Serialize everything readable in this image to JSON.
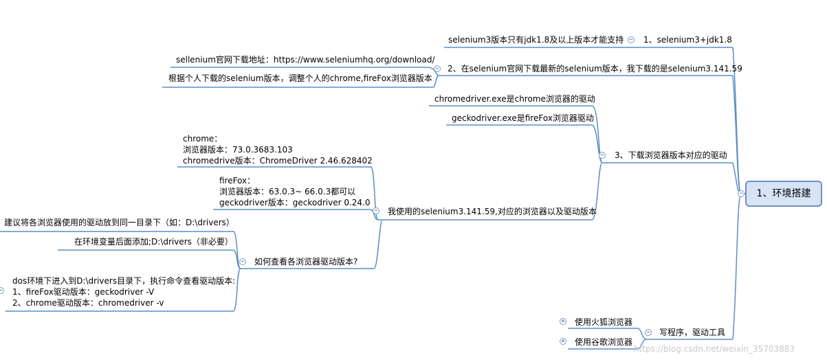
{
  "root": {
    "label": "1、环境搭建"
  },
  "branches": {
    "b1": {
      "title": "1、selenium3+jdk1.8",
      "note": "selenium3版本只有jdk1.8及以上版本才能支持"
    },
    "b2": {
      "title": "2、在selenium官网下载最新的selenium版本，我下载的是selenium3.141.59",
      "url_note": "sellenium官网下载地址：https://www.seleniumhq.org/download/",
      "version_note": "根据个人下载的selenium版本，调整个人的chrome,fireFox浏览器版本"
    },
    "b3": {
      "title": "3、下载浏览器版本对应的驱动",
      "chromedriver": "chromedriver.exe是chrome浏览器的驱动",
      "geckodriver": "geckodriver.exe是fireFox浏览器驱动",
      "my_versions": {
        "title": "我使用的selenium3.141.59,对应的浏览器以及驱动版本",
        "chrome": "chrome：\n浏览器版本：73.0.3683.103\nchromedrive版本：ChromeDriver 2.46.628402",
        "firefox": "fireFox：\n浏览器版本：63.0.3~ 66.0.3都可以\ngeckodriver版本：geckodriver 0.24.0"
      },
      "check_versions": {
        "title": "如何查看各浏览器驱动版本?",
        "same_dir": "建议将各浏览器使用的驱动放到同一目录下（如：D:\\drivers）",
        "env_var": "在环境变量后面添加;D:\\drivers（非必要）",
        "dos": "dos环境下进入到D:\\drivers目录下，执行命令查看驱动版本:\n1、fireFox驱动版本：geckodriver -V\n2、chrome驱动版本：chromedriver -v"
      }
    },
    "b4": {
      "title": "写程序，驱动工具",
      "firefox": "使用火狐浏览器",
      "chrome": "使用谷歌浏览器"
    }
  },
  "toggles": {
    "collapse": "−",
    "expand": "+"
  },
  "watermark": "https://blog.csdn.net/weixin_35703883",
  "colors": {
    "line": "#5b8ec6",
    "root_fill": "#d6e4f5",
    "root_border": "#6f8fbf"
  }
}
